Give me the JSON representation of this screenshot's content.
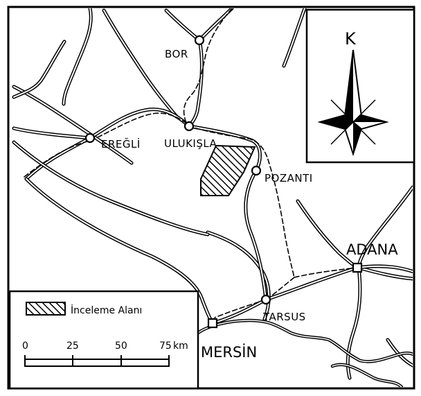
{
  "places": {
    "bor": "BOR",
    "eregli": "EREĞLİ",
    "ulukisla": "ULUKIŞLA",
    "pozanti": "POZANTI",
    "adana": "ADANA",
    "tarsus": "TARSUS",
    "mersin": "MERSİN"
  },
  "north_arrow": {
    "label": "K"
  },
  "legend": {
    "study_area_label": "İnceleme Alanı"
  },
  "scale_bar": {
    "ticks": [
      "0",
      "25",
      "50",
      "75"
    ],
    "unit": "km"
  },
  "colors": {
    "ink": "#000000",
    "paper": "#ffffff"
  }
}
